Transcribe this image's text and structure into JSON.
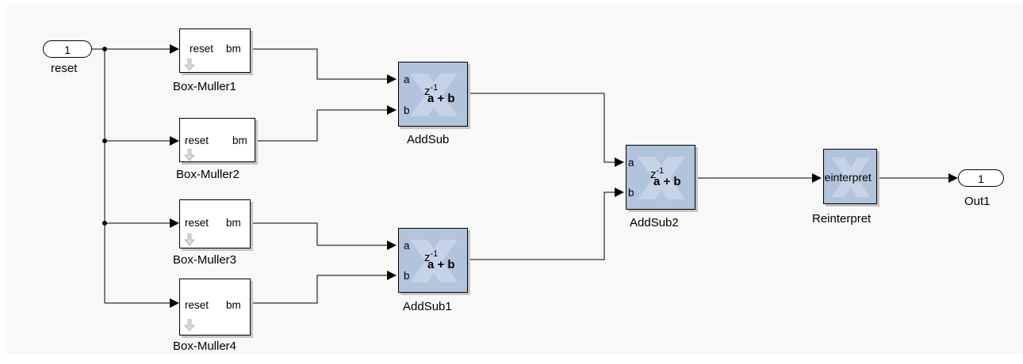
{
  "inport": {
    "number": "1",
    "label": "reset"
  },
  "outport": {
    "number": "1",
    "label": "Out1"
  },
  "box_mullers": [
    {
      "name": "Box-Muller1",
      "in_port": "reset",
      "out_port": "bm"
    },
    {
      "name": "Box-Muller2",
      "in_port": "reset",
      "out_port": "bm"
    },
    {
      "name": "Box-Muller3",
      "in_port": "reset",
      "out_port": "bm"
    },
    {
      "name": "Box-Muller4",
      "in_port": "reset",
      "out_port": "bm"
    }
  ],
  "addsubs": [
    {
      "name": "AddSub",
      "port_a": "a",
      "port_b": "b",
      "latency_label": "z",
      "latency_exp": "-1",
      "expr": "a + b"
    },
    {
      "name": "AddSub1",
      "port_a": "a",
      "port_b": "b",
      "latency_label": "z",
      "latency_exp": "-1",
      "expr": "a + b"
    },
    {
      "name": "AddSub2",
      "port_a": "a",
      "port_b": "b",
      "latency_label": "z",
      "latency_exp": "-1",
      "expr": "a + b"
    }
  ],
  "reinterpret": {
    "name": "Reinterpret",
    "inner_text": "reinterpret"
  },
  "colors": {
    "block_fill": "#b2c3dc",
    "canvas": "#f8f8f8",
    "wire": "#000000"
  }
}
